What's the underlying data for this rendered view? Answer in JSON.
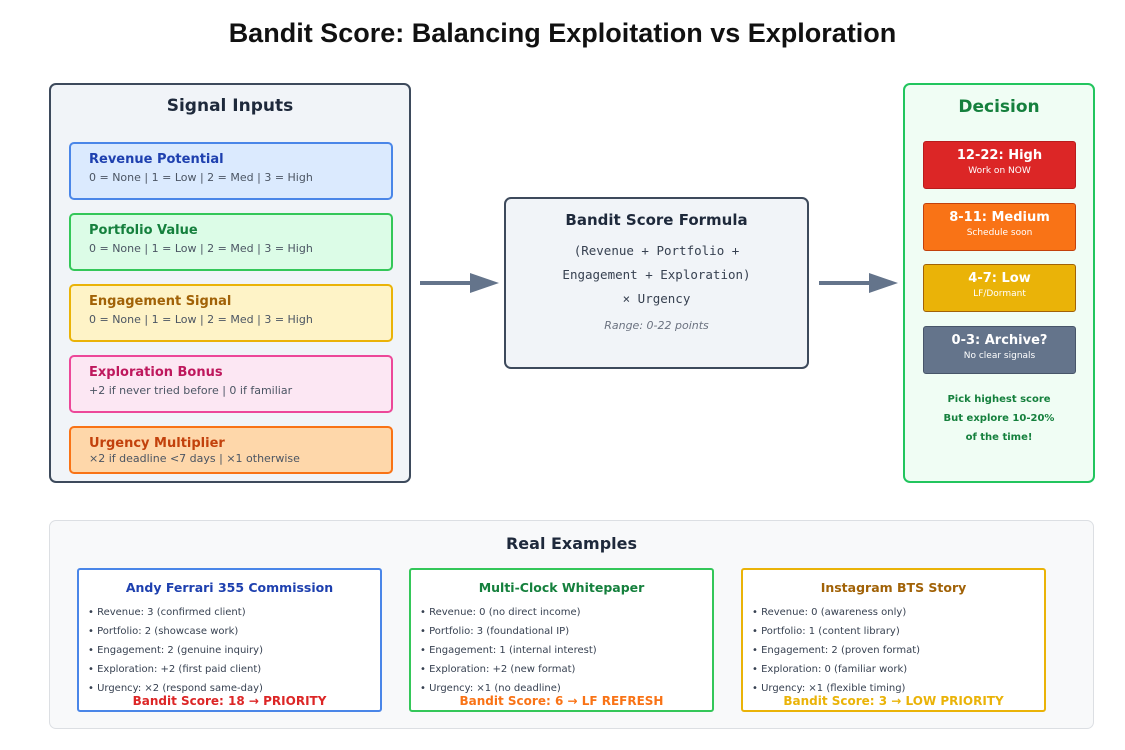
{
  "title": "Bandit Score: Balancing Exploitation vs Exploration",
  "signal_inputs": {
    "heading": "Signal Inputs",
    "items": [
      {
        "name": "Revenue Potential",
        "desc": "0 = None | 1 = Low | 2 = Med | 3 = High",
        "color": "#1e40af",
        "bg": "#dbeafe",
        "border": "#4a86e8"
      },
      {
        "name": "Portfolio Value",
        "desc": "0 = None | 1 = Low | 2 = Med | 3 = High",
        "color": "#15803d",
        "bg": "#dcfce7",
        "border": "#34c759"
      },
      {
        "name": "Engagement Signal",
        "desc": "0 = None | 1 = Low | 2 = Med | 3 = High",
        "color": "#a16207",
        "bg": "#fef3c7",
        "border": "#eab308"
      },
      {
        "name": "Exploration Bonus",
        "desc": "+2 if never tried before | 0 if familiar",
        "color": "#be185d",
        "bg": "#fce7f3",
        "border": "#ec4899"
      },
      {
        "name": "Urgency Multiplier",
        "desc": "×2 if deadline <7 days | ×1 otherwise",
        "color": "#c2410c",
        "bg": "#fed7aa",
        "border": "#f97316"
      }
    ]
  },
  "formula": {
    "title": "Bandit Score Formula",
    "line1": "(Revenue + Portfolio +",
    "line2": "Engagement + Exploration)",
    "line3": "× Urgency",
    "range": "Range: 0-22 points"
  },
  "decision": {
    "heading": "Decision",
    "tiers": [
      {
        "label": "12-22: High",
        "sub": "Work on NOW",
        "bg": "#dc2626",
        "border": "#b91c1c"
      },
      {
        "label": "8-11: Medium",
        "sub": "Schedule soon",
        "bg": "#f97316",
        "border": "#c2410c"
      },
      {
        "label": "4-7: Low",
        "sub": "LF/Dormant",
        "bg": "#eab308",
        "border": "#a16207"
      },
      {
        "label": "0-3: Archive?",
        "sub": "No clear signals",
        "bg": "#64748b",
        "border": "#475569"
      }
    ],
    "note1": "Pick highest score",
    "note2": "But explore 10-20%",
    "note3": "of the time!"
  },
  "examples": {
    "heading": "Real Examples",
    "cards": [
      {
        "title": "Andy Ferrari 355 Commission",
        "color": "#1e40af",
        "border": "#4a86e8",
        "score_color": "#dc2626",
        "lines": [
          "• Revenue: 3 (confirmed client)",
          "• Portfolio: 2 (showcase work)",
          "• Engagement: 2 (genuine inquiry)",
          "• Exploration: +2 (first paid client)",
          "• Urgency: ×2 (respond same-day)"
        ],
        "score": "Bandit Score: 18 → PRIORITY"
      },
      {
        "title": "Multi-Clock Whitepaper",
        "color": "#15803d",
        "border": "#34c759",
        "score_color": "#f97316",
        "lines": [
          "• Revenue: 0 (no direct income)",
          "• Portfolio: 3 (foundational IP)",
          "• Engagement: 1 (internal interest)",
          "• Exploration: +2 (new format)",
          "• Urgency: ×1 (no deadline)"
        ],
        "score": "Bandit Score: 6 → LF REFRESH"
      },
      {
        "title": "Instagram BTS Story",
        "color": "#a16207",
        "border": "#eab308",
        "score_color": "#eab308",
        "lines": [
          "• Revenue: 0 (awareness only)",
          "• Portfolio: 1 (content library)",
          "• Engagement: 2 (proven format)",
          "• Exploration: 0 (familiar work)",
          "• Urgency: ×1 (flexible timing)"
        ],
        "score": "Bandit Score: 3 → LOW PRIORITY"
      }
    ]
  }
}
